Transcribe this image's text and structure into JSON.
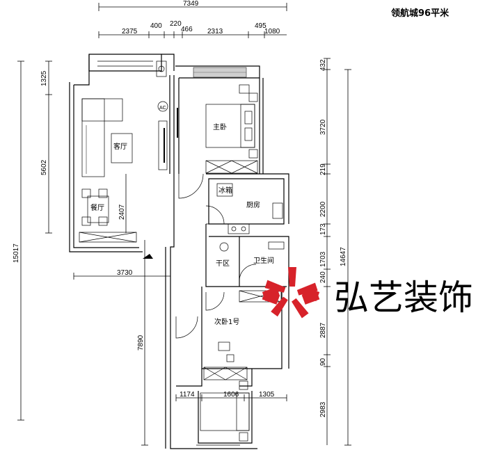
{
  "title": "领航城96平米",
  "brand": {
    "name": "弘艺装饰",
    "color": "#d7222a"
  },
  "dimensions": {
    "top_total": "7349",
    "top_segments": [
      "2375",
      "400",
      "220",
      "466",
      "2313",
      "495",
      "1080"
    ],
    "left_overall": "15017",
    "left_segments": [
      "1325",
      "5602"
    ],
    "dining_depth": "2407",
    "lower_width": "3730",
    "lower_left_depth": "7890",
    "right_overall": "14647",
    "right_segments": [
      "432",
      "3720",
      "219",
      "2200",
      "173",
      "1703",
      "240",
      "2887",
      "90",
      "2983"
    ],
    "bottom_segments": [
      "1174",
      "1606",
      "1305"
    ]
  },
  "rooms": {
    "living": "客厅",
    "dining": "餐厅",
    "master_bedroom": "主卧",
    "fridge": "冰箱",
    "kitchen": "厨房",
    "dry_area": "干区",
    "bathroom": "卫生间",
    "second_bedroom": "次卧1号",
    "ac_mark": "AC"
  }
}
